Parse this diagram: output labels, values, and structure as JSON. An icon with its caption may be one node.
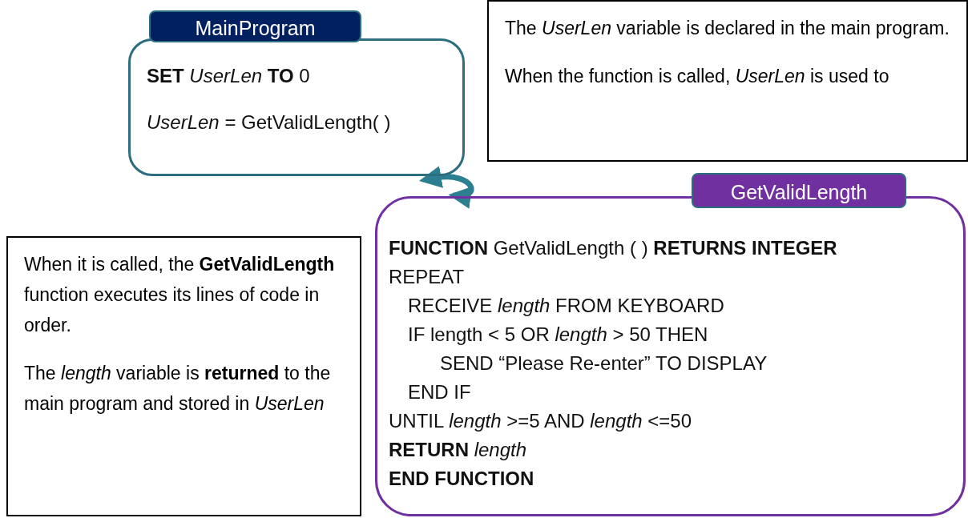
{
  "diagram": {
    "nodes": [
      {
        "text": [
          "MainProgram",
          "**SET** *UserLen* **TO** 0",
          "*UserLen* = GetValidLength( )"
        ]
      },
      {
        "text": [
          "GetValidLength",
          "**FUNCTION** GetValidLength ( ) **RETURNS INTEGER**",
          "REPEAT",
          "RECEIVE *length* FROM KEYBOARD",
          "IF length < 5 OR *length* > 50 THEN",
          "SEND “Please Re-enter” TO DISPLAY",
          "END IF",
          "UNTIL *length* >=5 AND *length* <=50",
          "**RETURN** *length*",
          "**END FUNCTION**"
        ]
      },
      {
        "text": [
          "The *UserLen* variable is declared in the main program.",
          "When the function is called, *UserLen* is used to"
        ]
      },
      {
        "text": [
          "When it is called, the **GetValidLength** function executes its lines of code in order.",
          "The *length* variable is **returned** to the main program and stored in *UserLen*"
        ]
      }
    ],
    "edges": [
      {
        "from": 0,
        "to": 1,
        "arrow": "both"
      }
    ]
  }
}
